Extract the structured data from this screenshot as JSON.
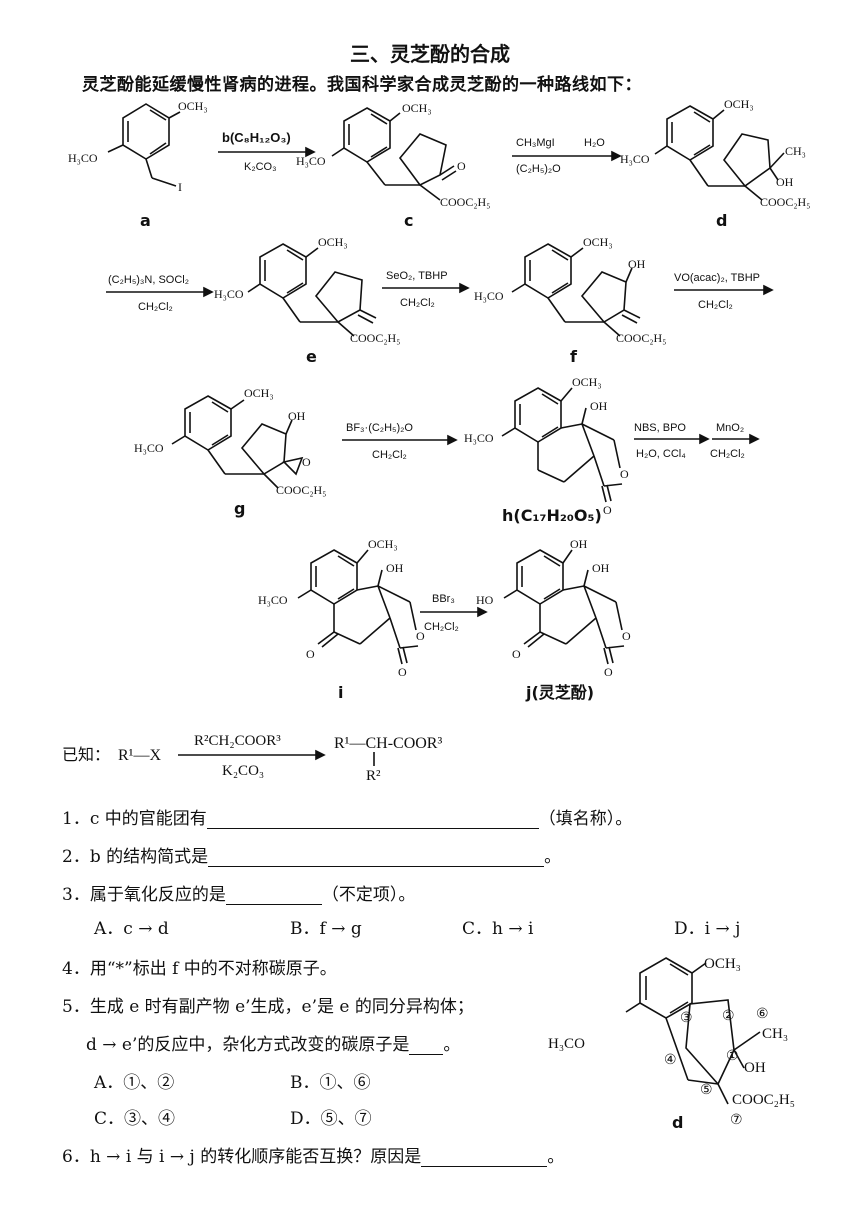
{
  "title": "三、灵芝酚的合成",
  "intro": "灵芝酚能延缓慢性肾病的进程。我国科学家合成灵芝酚的一种路线如下：",
  "groups": {
    "och3": "OCH₃",
    "h3co": "H₃CO",
    "i_label": "I",
    "ketone_o": "O",
    "cooc2h5": "COOC₂H₅",
    "ch3": "CH₃",
    "oh": "OH",
    "o": "O",
    "ho": "HO"
  },
  "compounds": {
    "a": "a",
    "c": "c",
    "d": "d",
    "e": "e",
    "f": "f",
    "g": "g",
    "h": "h(C₁₇H₂₀O₅)",
    "i": "i",
    "j": "j(灵芝酚)"
  },
  "conditions": {
    "a_c_top": "b(C₈H₁₂O₃)",
    "a_c_bottom": "K₂CO₃",
    "c_d_top1": "CH₃MgI",
    "c_d_top2": "H₂O",
    "c_d_bottom": "(C₂H₅)₂O",
    "d_e_top": "(C₂H₅)₃N, SOCl₂",
    "d_e_bottom": "CH₂Cl₂",
    "e_f_top": "SeO₂, TBHP",
    "e_f_bottom": "CH₂Cl₂",
    "f_g_top": "VO(acac)₂, TBHP",
    "f_g_bottom": "CH₂Cl₂",
    "g_h_top": "BF₃·(C₂H₅)₂O",
    "g_h_bottom": "CH₂Cl₂",
    "h_i_top1": "NBS, BPO",
    "h_i_bottom1": "H₂O, CCl₄",
    "h_i_top2": "MnO₂",
    "h_i_bottom2": "CH₂Cl₂",
    "i_j_top": "BBr₃",
    "i_j_bottom": "CH₂Cl₂"
  },
  "known": {
    "prefix": "已知：",
    "reactant": "R¹—X",
    "reagent_top": "R²CH₂COOR³",
    "reagent_bottom": "K₂CO₃",
    "product": "R¹—CH-COOR³",
    "product_sub": "R²"
  },
  "questions": {
    "q1_pre": "1．c 中的官能团有",
    "q1_post": "（填名称）。",
    "q2_pre": "2．b 的结构简式是",
    "q2_post": "。",
    "q3_pre": "3．属于氧化反应的是",
    "q3_post": "（不定项）。",
    "q3_opts": [
      "A．c → d",
      "B．f → g",
      "C．h → i",
      "D．i → j"
    ],
    "q4": "4．用“*”标出 f 中的不对称碳原子。",
    "q5_line1": "5．生成 e 时有副产物 e’生成，e’是 e 的同分异构体；",
    "q5_line2_pre": "d → e’的反应中，杂化方式改变的碳原子是",
    "q5_line2_post": "。",
    "q5_opts": [
      "A．①、②",
      "B．①、⑥",
      "C．③、④",
      "D．⑤、⑦"
    ],
    "q6_pre": "6．h → i 与 i → j 的转化顺序能否互换？原因是",
    "q6_post": "。"
  },
  "d_numbers": [
    "①",
    "②",
    "③",
    "④",
    "⑤",
    "⑥",
    "⑦"
  ]
}
